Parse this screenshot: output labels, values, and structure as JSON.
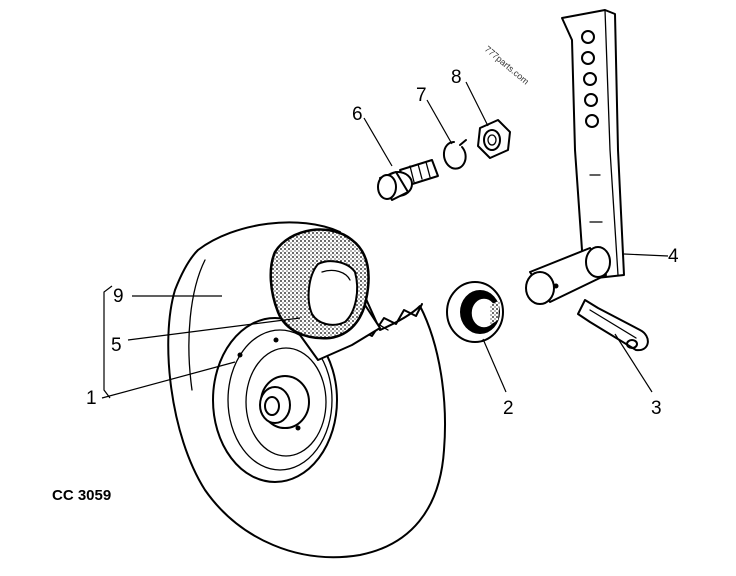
{
  "drawing_code": "CC 3059",
  "watermark": "777parts.com",
  "callouts": {
    "c1": "1",
    "c2": "2",
    "c3": "3",
    "c4": "4",
    "c5": "5",
    "c6": "6",
    "c7": "7",
    "c8": "8",
    "c9": "9"
  }
}
